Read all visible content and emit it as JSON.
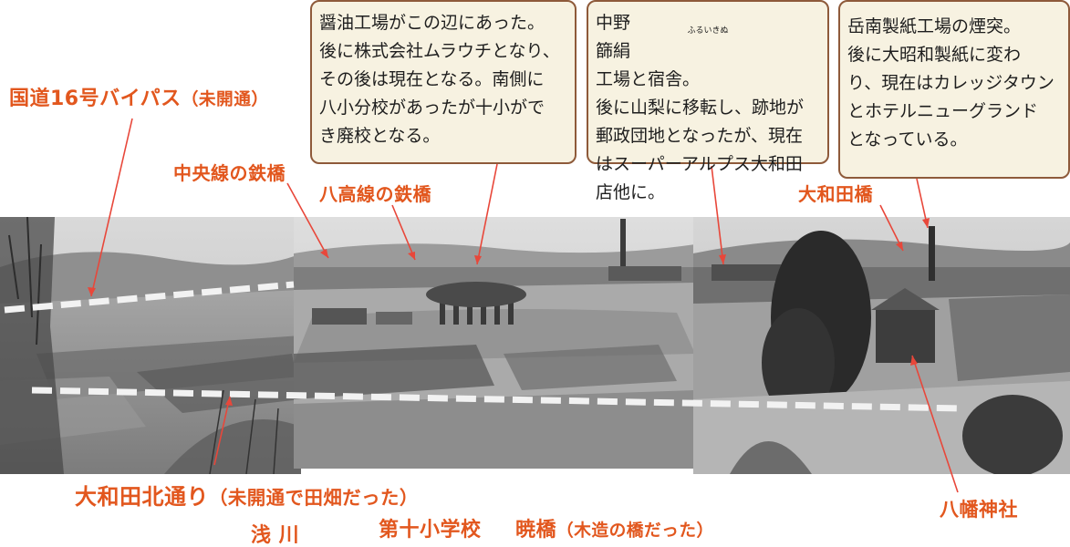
{
  "callouts": [
    {
      "lines": [
        "醤油工場がこの辺にあった。",
        "後に株式会社ムラウチとなり、",
        "その後は現在となる。南側に",
        "八小分校があったが十小がで",
        "き廃校となる。"
      ]
    },
    {
      "first_line_pre": "中野",
      "ruby_base": "篩絹",
      "ruby_text": "ふるいきぬ",
      "first_line_post": "工場と宿舎。",
      "lines": [
        "後に山梨に移転し、跡地が",
        "郵政団地となったが、現在",
        "はスーパーアルプス大和田",
        "店他に。"
      ]
    },
    {
      "lines": [
        "岳南製紙工場の煙突。",
        "後に大昭和製紙に変わ",
        "り、現在はカレッジタウン",
        "とホテルニューグランド",
        "となっている。"
      ]
    }
  ],
  "labels": {
    "bypass_main": "国道16号バイパス",
    "bypass_paren": "（未開通）",
    "chuo_bridge": "中央線の鉄橋",
    "hachiko_bridge": "八高線の鉄橋",
    "owada_bridge": "大和田橋",
    "owada_kita_main": "大和田北通り",
    "owada_kita_paren": "（未開通で田畑だった）",
    "hachiman": "八幡神社",
    "asakawa": "浅 川",
    "school": "第十小学校",
    "akatsuki_main": "暁橋",
    "akatsuki_paren": "（木造の橋だった）"
  },
  "colors": {
    "label": "#e2571e",
    "callout_border": "#8e5a3a",
    "callout_fill": "#f7f2e1",
    "dash": "#f2f2f2"
  }
}
